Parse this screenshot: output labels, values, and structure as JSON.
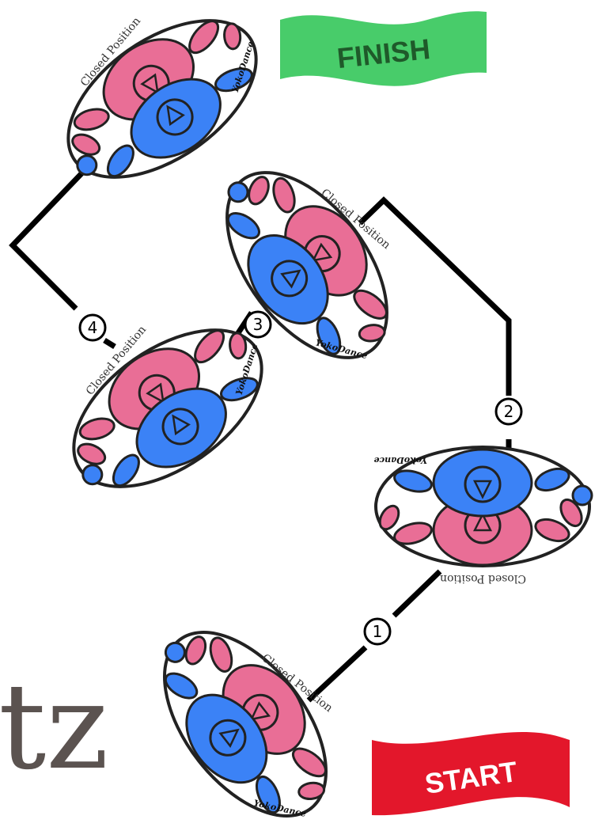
{
  "title_fragment": "tz",
  "couples": [
    {
      "id": "start",
      "label": "Closed Position",
      "brand": "YokoDance"
    },
    {
      "id": "c1",
      "label": "Closed Position",
      "brand": "YokoDance"
    },
    {
      "id": "c2",
      "label": "Closed Position",
      "brand": "YokoDance"
    },
    {
      "id": "c3",
      "label": "Closed Position",
      "brand": "YokoDance"
    },
    {
      "id": "finish",
      "label": "Closed Position",
      "brand": "YokoDance"
    }
  ],
  "steps": [
    "1",
    "2",
    "3",
    "4"
  ],
  "flags": {
    "start": {
      "text": "START",
      "color": "#e3172b",
      "text_color": "#ffffff"
    },
    "finish": {
      "text": "FINISH",
      "color": "#48cc6a",
      "text_color": "#1f5a2a"
    }
  },
  "colors": {
    "leader": "#3b82f6",
    "follower": "#e96e96",
    "outline": "#222222",
    "path": "#000000"
  }
}
